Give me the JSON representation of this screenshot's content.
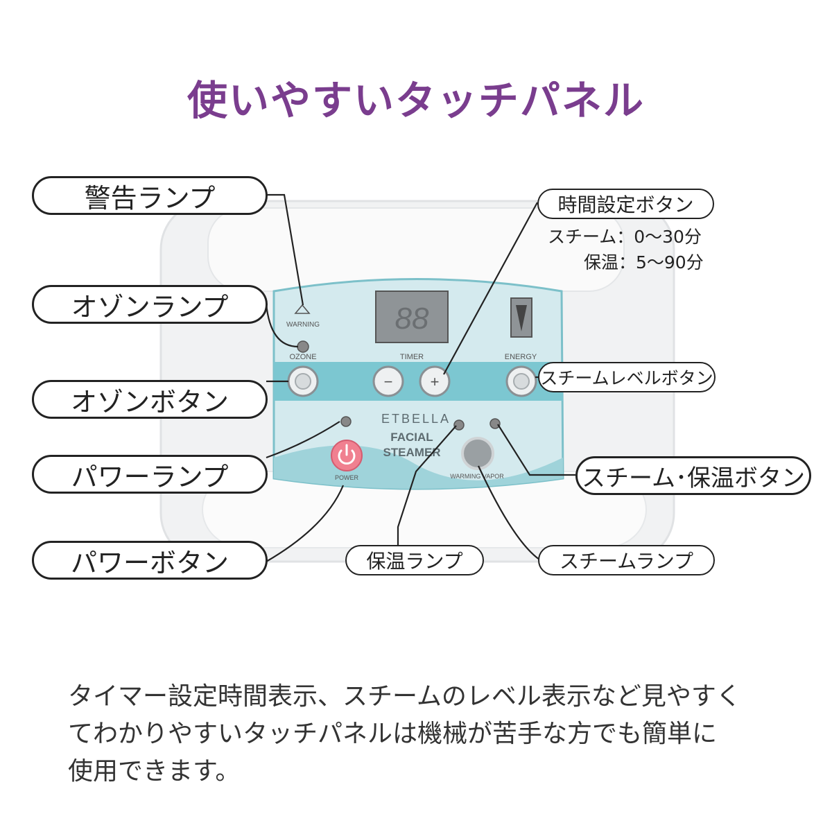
{
  "title": "使いやすいタッチパネル",
  "labels": {
    "warning_lamp": "警告ランプ",
    "ozone_lamp": "オゾンランプ",
    "ozone_button": "オゾンボタン",
    "power_lamp": "パワーランプ",
    "power_button": "パワーボタン",
    "timer_button": "時間設定ボタン",
    "steam_level_button": "スチームレベルボタン",
    "steam_warm_button": "スチーム･保温ボタン",
    "warm_lamp": "保温ランプ",
    "steam_lamp": "スチームランプ"
  },
  "timer_notes": {
    "steam": "スチーム：0〜30分",
    "warm": "保温：5〜90分"
  },
  "device": {
    "warning": "WARNING",
    "ozone": "OZONE",
    "timer": "TIMER",
    "energy": "ENERGY",
    "display": "88",
    "brand": "ETBELLA",
    "product_line1": "FACIAL",
    "product_line2": "STEAMER",
    "power": "POWER",
    "warming_vapor": "WARMING VAPOR",
    "minus": "−",
    "plus": "+"
  },
  "caption": [
    "タイマー設定時間表示、スチームのレベル表示など見やすく",
    "てわかりやすいタッチパネルは機械が苦手な方でも簡単に",
    "使用できます。"
  ],
  "colors": {
    "title": "#7a3d8e",
    "panel": "#cfe7ea",
    "panel_accent": "#5bb6c2",
    "power_button": "#f07f8f"
  }
}
